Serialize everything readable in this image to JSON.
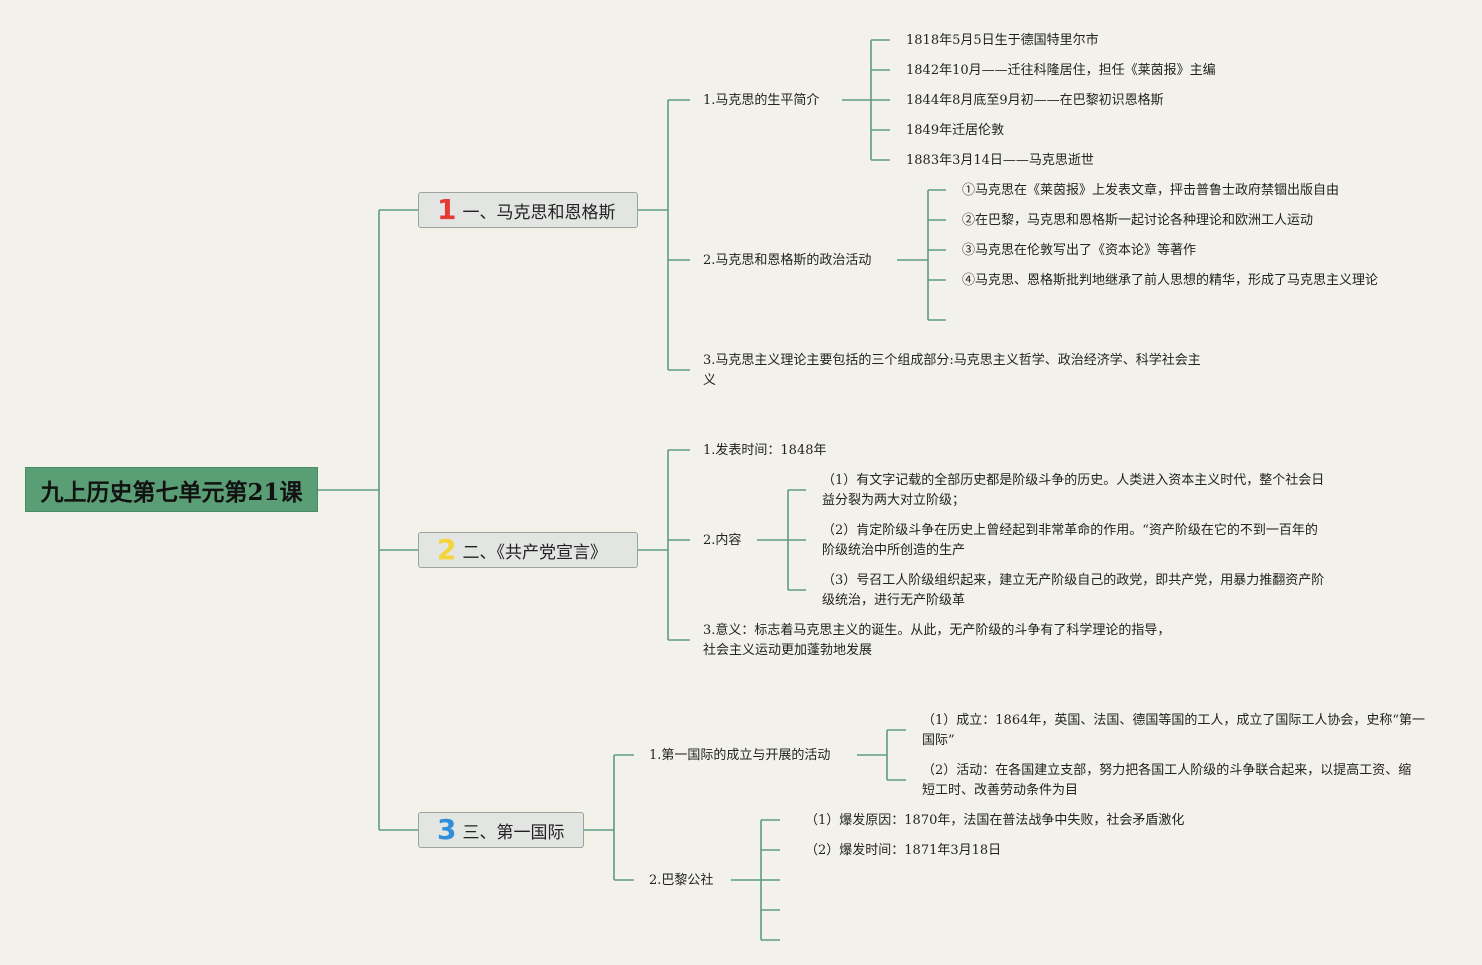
{
  "root": {
    "title": "九上历史第七单元第21课"
  },
  "colors": {
    "line": "#5f9985",
    "root_bg": "#5a9e76",
    "num1": "#e53935",
    "num2": "#f5d33a",
    "num3": "#2f8fd8"
  },
  "branches": [
    {
      "num": "1",
      "label": "一、马克思和恩格斯",
      "children": [
        {
          "label": "1.马克思的生平简介",
          "items": [
            "1818年5月5日生于德国特里尔市",
            "1842年10月——迁往科隆居住，担任《莱茵报》主编",
            "1844年8月底至9月初——在巴黎初识恩格斯",
            "1849年迁居伦敦",
            "1883年3月14日——马克思逝世"
          ]
        },
        {
          "label": "2.马克思和恩格斯的政治活动",
          "items": [
            "①马克思在《莱茵报》上发表文章，抨击普鲁士政府禁锢出版自由",
            "②在巴黎，马克思和恩格斯一起讨论各种理论和欧洲工人运动",
            "③马克思在伦敦写出了《资本论》等著作",
            "④马克思、恩格斯批判地继承了前人思想的精华，形成了马克思主义理论"
          ]
        },
        {
          "label": "3.马克思主义理论主要包括的三个组成部分:马克思主义哲学、政治经济学、科学社会主义"
        }
      ]
    },
    {
      "num": "2",
      "label": "二、《共产党宣言》",
      "children": [
        {
          "label": "1.发表时间：1848年"
        },
        {
          "label": "2.内容",
          "items": [
            "（1）有文字记载的全部历史都是阶级斗争的历史。人类进入资本主义时代，整个社会日益分裂为两大对立阶级；",
            "（2）肯定阶级斗争在历史上曾经起到非常革命的作用。“资产阶级在它的不到一百年的阶级统治中所创造的生产",
            "（3）号召工人阶级组织起来，建立无产阶级自己的政党，即共产党，用暴力推翻资产阶级统治，进行无产阶级革"
          ]
        },
        {
          "label": "3.意义：标志着马克思主义的诞生。从此，无产阶级的斗争有了科学理论的指导，社会主义运动更加蓬勃地发展"
        }
      ]
    },
    {
      "num": "3",
      "label": "三、第一国际",
      "children": [
        {
          "label": "1.第一国际的成立与开展的活动",
          "items": [
            "（1）成立：1864年，英国、法国、德国等国的工人，成立了国际工人协会，史称“第一国际”",
            "（2）活动：在各国建立支部，努力把各国工人阶级的斗争联合起来，以提高工资、缩短工时、改善劳动条件为目"
          ]
        },
        {
          "label": "2.巴黎公社",
          "items": [
            "（1）爆发原因：1870年，法国在普法战争中失败，社会矛盾激化",
            "（2）爆发时间：1871年3月18日"
          ]
        }
      ]
    }
  ]
}
